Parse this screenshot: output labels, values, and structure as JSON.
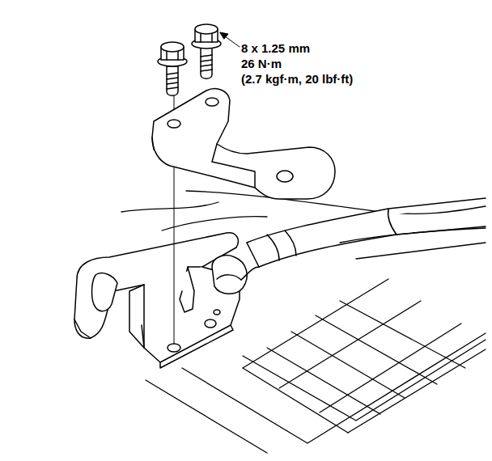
{
  "diagram": {
    "labels": [
      "8 x 1.25 mm",
      "26 N·m",
      "(2.7 kgf·m, 20 lbf·ft)"
    ]
  }
}
